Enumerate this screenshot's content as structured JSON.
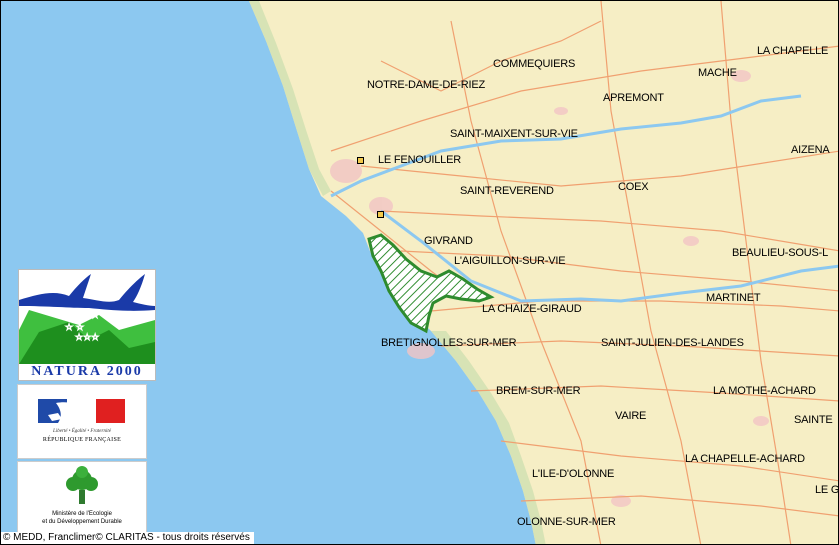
{
  "map": {
    "colors": {
      "land": "#f6eec5",
      "sea": "#8cc8f0",
      "river": "#8cc8f0",
      "road": "#f0a070",
      "site_outline": "#2e8b2e",
      "site_hatch": "#2e8b2e",
      "dune": "#cfe0b0",
      "urban": "#f2c4c4"
    },
    "places": [
      {
        "id": "commequiers",
        "name": "COMMEQUIERS"
      },
      {
        "id": "la-chapelle",
        "name": "LA CHAPELLE"
      },
      {
        "id": "mache",
        "name": "MACHE"
      },
      {
        "id": "notre-dame-de-riez",
        "name": "NOTRE-DAME-DE-RIEZ"
      },
      {
        "id": "apremont",
        "name": "APREMONT"
      },
      {
        "id": "saint-maixent-sur-vie",
        "name": "SAINT-MAIXENT-SUR-VIE"
      },
      {
        "id": "aizenay",
        "name": "AIZENA"
      },
      {
        "id": "le-fenouiller",
        "name": "LE FENOUILLER"
      },
      {
        "id": "saint-reverend",
        "name": "SAINT-REVEREND"
      },
      {
        "id": "coex",
        "name": "COEX"
      },
      {
        "id": "givrand",
        "name": "GIVRAND"
      },
      {
        "id": "laiguillon-sur-vie",
        "name": "L'AIGUILLON-SUR-VIE"
      },
      {
        "id": "beaulieu-sous",
        "name": "BEAULIEU-SOUS-L"
      },
      {
        "id": "martinet",
        "name": "MARTINET"
      },
      {
        "id": "la-chaize-giraud",
        "name": "LA CHAIZE-GIRAUD"
      },
      {
        "id": "bretignolles-sur-mer",
        "name": "BRETIGNOLLES-SUR-MER"
      },
      {
        "id": "saint-julien-des-landes",
        "name": "SAINT-JULIEN-DES-LANDES"
      },
      {
        "id": "brem-sur-mer",
        "name": "BREM-SUR-MER"
      },
      {
        "id": "la-mothe-achard",
        "name": "LA MOTHE-ACHARD"
      },
      {
        "id": "vaire",
        "name": "VAIRE"
      },
      {
        "id": "sainte",
        "name": "SAINTE"
      },
      {
        "id": "la-chapelle-achard",
        "name": "LA CHAPELLE-ACHARD"
      },
      {
        "id": "lile-dolonne",
        "name": "L'ILE-D'OLONNE"
      },
      {
        "id": "le-g",
        "name": "LE G"
      },
      {
        "id": "olonne-sur-mer",
        "name": "OLONNE-SUR-MER"
      }
    ]
  },
  "logos": {
    "natura": "NATURA 2000",
    "rf_motto": "Liberté • Égalité • Fraternité",
    "rf_name": "RÉPUBLIQUE FRANÇAISE",
    "ministry_line1": "Ministère de l'Ecologie",
    "ministry_line2": "et du Développement Durable"
  },
  "copyright": "© MEDD, Franclimer© CLARITAS - tous droits réservés"
}
